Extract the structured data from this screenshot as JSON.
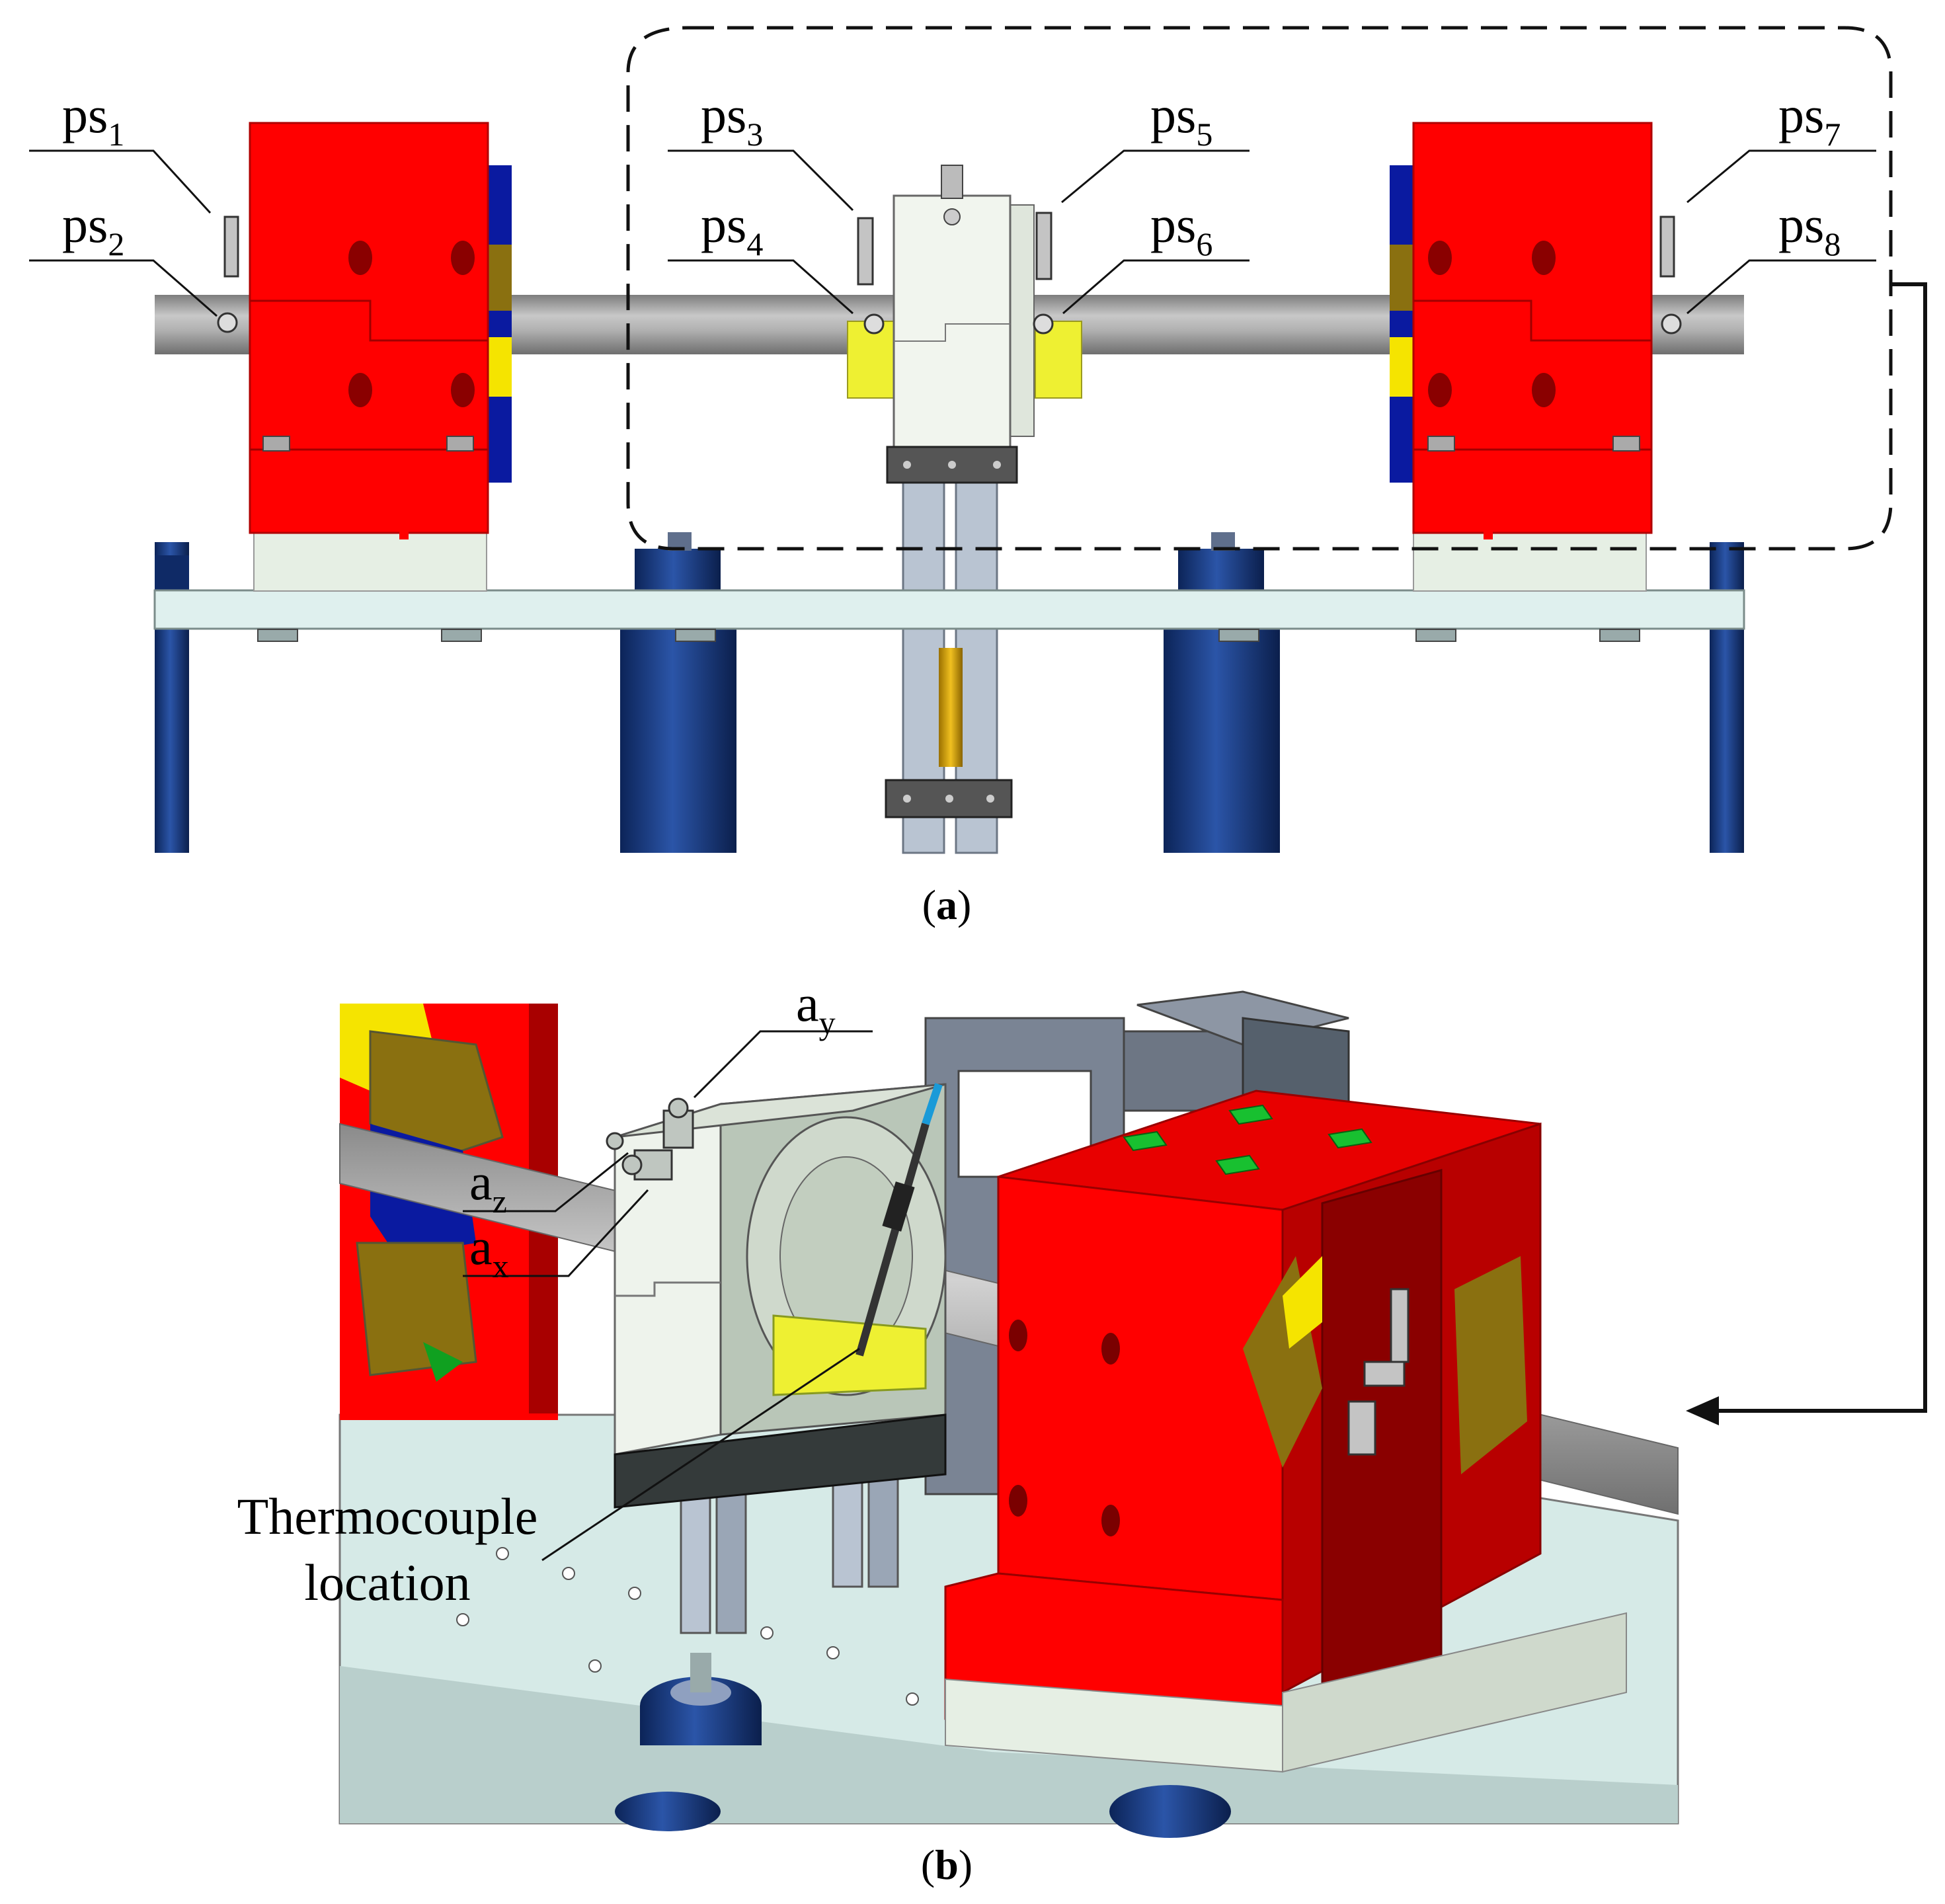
{
  "panel_a": {
    "caption": "(a)",
    "caption_letter": "a",
    "sensors": [
      {
        "base": "ps",
        "sub": "1"
      },
      {
        "base": "ps",
        "sub": "2"
      },
      {
        "base": "ps",
        "sub": "3"
      },
      {
        "base": "ps",
        "sub": "4"
      },
      {
        "base": "ps",
        "sub": "5"
      },
      {
        "base": "ps",
        "sub": "6"
      },
      {
        "base": "ps",
        "sub": "7"
      },
      {
        "base": "ps",
        "sub": "8"
      }
    ]
  },
  "panel_b": {
    "caption": "(b)",
    "caption_letter": "b",
    "accelerometers": [
      {
        "base": "a",
        "sub": "y"
      },
      {
        "base": "a",
        "sub": "z"
      },
      {
        "base": "a",
        "sub": "x"
      }
    ],
    "thermocouple_label": [
      "Thermocouple",
      "location"
    ]
  },
  "colors": {
    "magnet_red": "#ff0000",
    "magnet_dark_red": "#a80000",
    "pole_blue": "#0a1aa0",
    "pole_olive": "#8a7010",
    "pole_yellow": "#f5e400",
    "shaft_grey": "#9a9a9a",
    "support_navy": "#12327a",
    "plate_light": "#dff0ee",
    "housing_white": "#eef3ec",
    "sensor_pad_yellow": "#eef032"
  }
}
